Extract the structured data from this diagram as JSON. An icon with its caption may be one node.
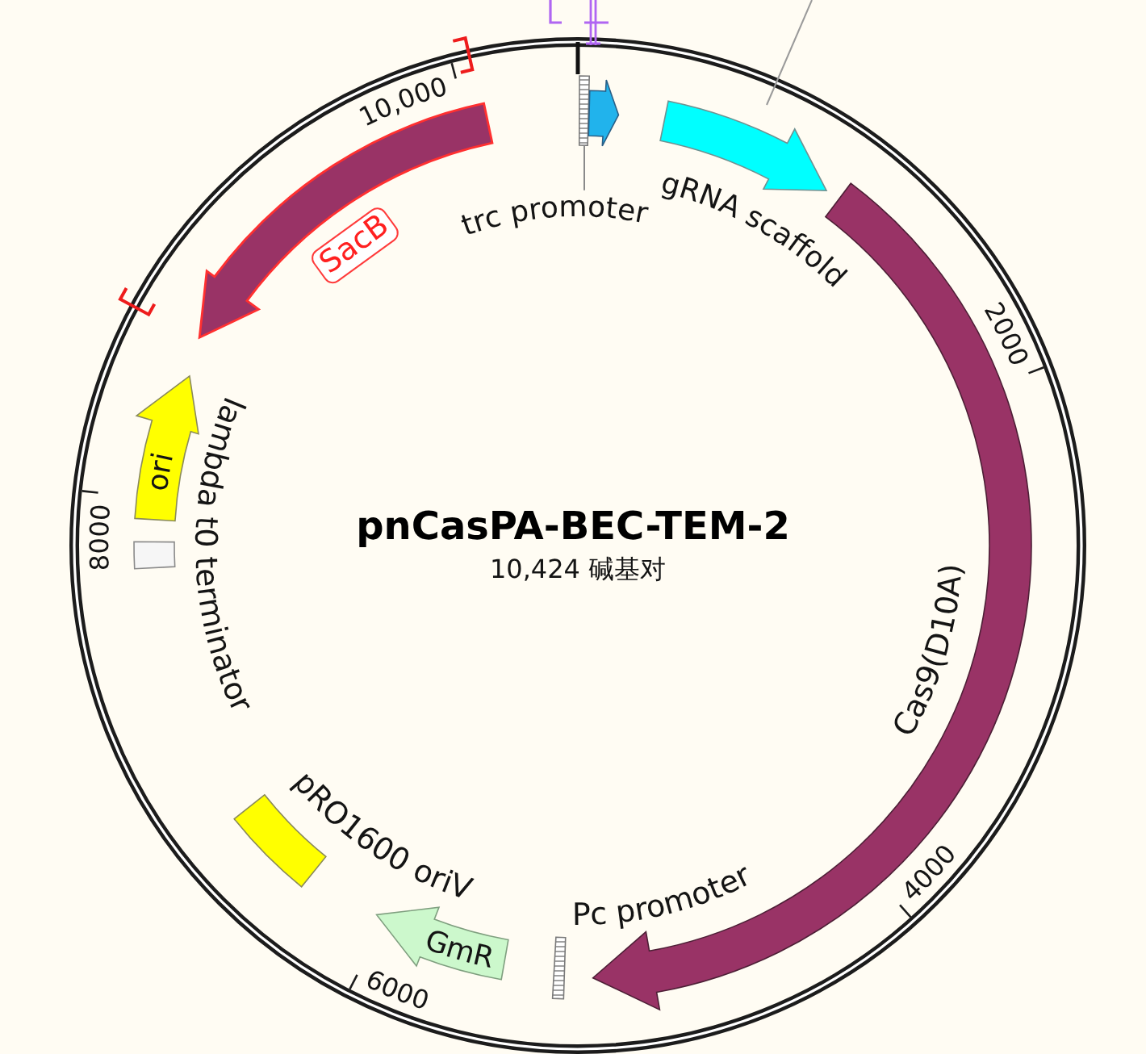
{
  "diagram": {
    "title": "pnCasPA-BEC-TEM-2",
    "nodes": [
      {
        "text": [],
        "shape": "box"
      },
      {
        "text": [
          "trc promoter"
        ]
      },
      {
        "text": [],
        "shape": "arrow"
      },
      {
        "text": [],
        "shape": "arrow",
        "beside": [
          "gRNA scaffold"
        ]
      },
      {
        "text": [],
        "shape": "arrow",
        "beside": [
          "Cas9(D10A)"
        ]
      },
      {
        "text": [],
        "shape": "box",
        "beside": [
          "Pc promoter"
        ]
      },
      {
        "text": [
          "GmR"
        ]
      },
      {
        "text": [],
        "shape": "box",
        "beside": [
          "pRO1600 oriV"
        ]
      },
      {
        "text": [],
        "shape": "box"
      },
      {
        "text": [
          "ori"
        ]
      },
      {
        "text": [],
        "shape": "arrow",
        "beside": [
          "SacB"
        ]
      }
    ],
    "edges": [
      {
        "from": 1,
        "to": 0,
        "arrow": "none"
      }
    ],
    "labels": [
      "10,000",
      "2000",
      "8000",
      "lambda t0 terminator",
      "10,424 碱基对",
      "4000",
      "6000"
    ]
  }
}
